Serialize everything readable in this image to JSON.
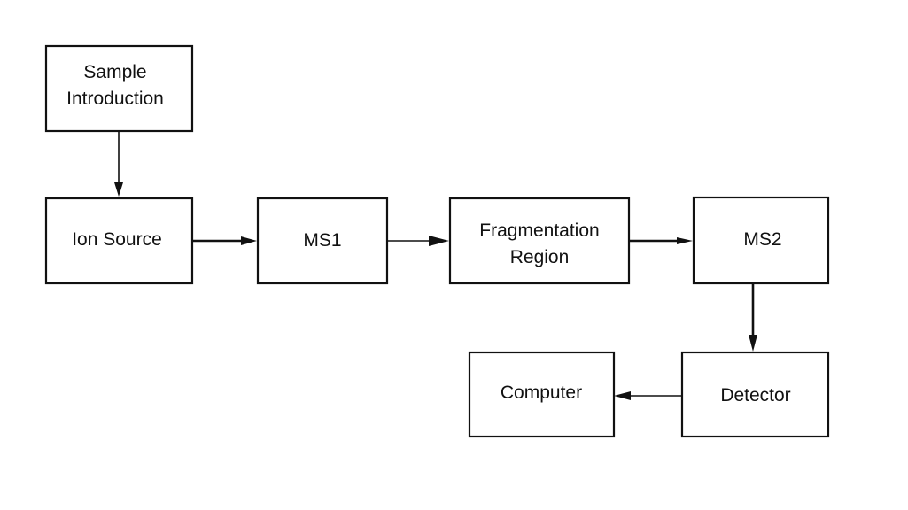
{
  "boxes": {
    "sample_introduction": {
      "lines": [
        "Sample",
        "Introduction"
      ]
    },
    "ion_source": {
      "lines": [
        "Ion Source"
      ]
    },
    "ms1": {
      "lines": [
        "MS1"
      ]
    },
    "fragmentation_region": {
      "lines": [
        "Fragmentation",
        "Region"
      ]
    },
    "ms2": {
      "lines": [
        "MS2"
      ]
    },
    "detector": {
      "lines": [
        "Detector"
      ]
    },
    "computer": {
      "lines": [
        "Computer"
      ]
    }
  },
  "connections": [
    {
      "from": "sample_introduction",
      "to": "ion_source"
    },
    {
      "from": "ion_source",
      "to": "ms1"
    },
    {
      "from": "ms1",
      "to": "fragmentation_region"
    },
    {
      "from": "fragmentation_region",
      "to": "ms2"
    },
    {
      "from": "ms2",
      "to": "detector"
    },
    {
      "from": "detector",
      "to": "computer"
    }
  ],
  "colors": {
    "stroke": "#111111",
    "background": "#ffffff"
  }
}
